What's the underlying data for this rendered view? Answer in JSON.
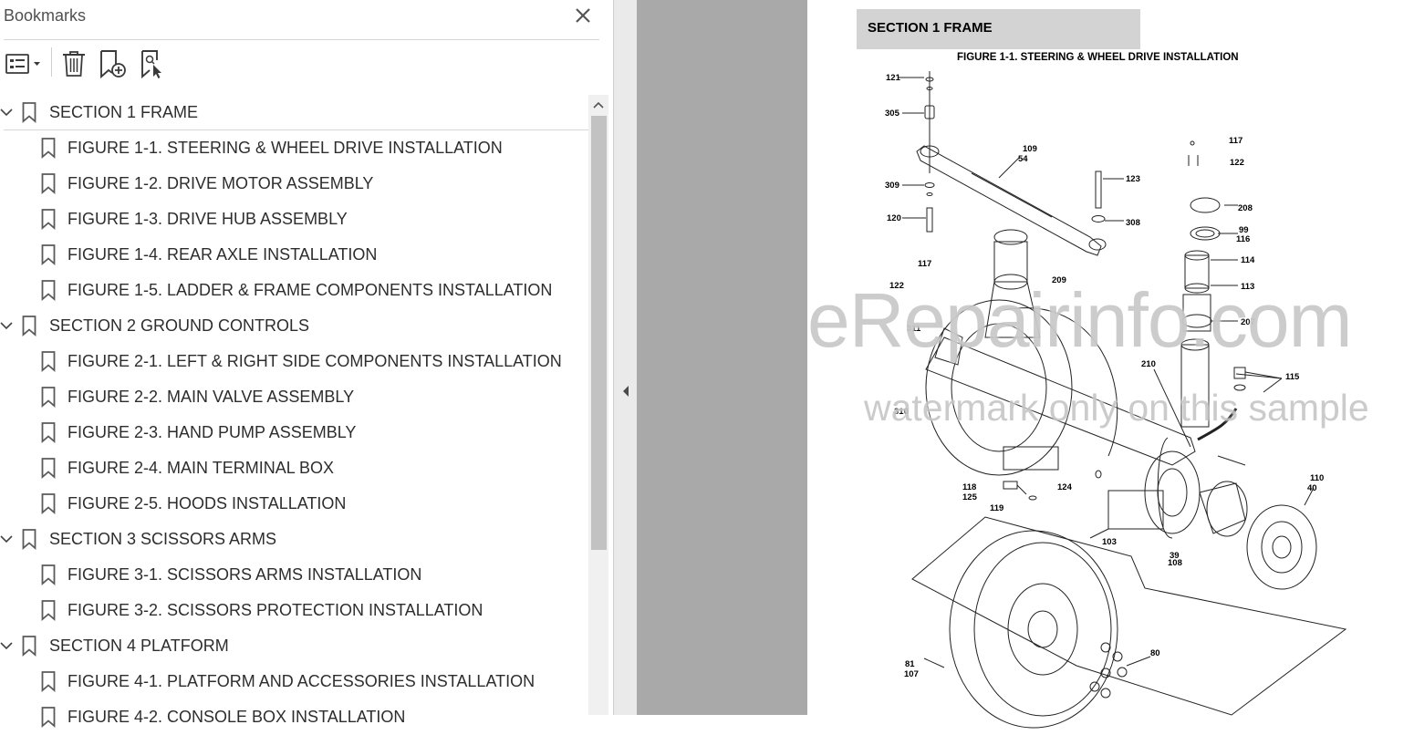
{
  "panel": {
    "title": "Bookmarks",
    "toolbar": {
      "options_icon": "bookmark-options-icon",
      "delete_icon": "trash-icon",
      "new_icon": "add-bookmark-icon",
      "find_icon": "find-bookmark-icon"
    },
    "items": [
      {
        "label": "SECTION 1 FRAME",
        "level": 0,
        "expanded": true
      },
      {
        "label": "FIGURE 1-1. STEERING & WHEEL DRIVE INSTALLATION",
        "level": 1
      },
      {
        "label": "FIGURE 1-2. DRIVE MOTOR ASSEMBLY",
        "level": 1
      },
      {
        "label": "FIGURE 1-3. DRIVE HUB ASSEMBLY",
        "level": 1
      },
      {
        "label": "FIGURE 1-4. REAR AXLE INSTALLATION",
        "level": 1
      },
      {
        "label": "FIGURE 1-5. LADDER & FRAME COMPONENTS INSTALLATION",
        "level": 1
      },
      {
        "label": "SECTION 2 GROUND CONTROLS",
        "level": 0,
        "expanded": true
      },
      {
        "label": "FIGURE 2-1. LEFT & RIGHT SIDE COMPONENTS INSTALLATION",
        "level": 1
      },
      {
        "label": "FIGURE 2-2. MAIN VALVE ASSEMBLY",
        "level": 1
      },
      {
        "label": "FIGURE 2-3. HAND PUMP ASSEMBLY",
        "level": 1
      },
      {
        "label": "FIGURE 2-4. MAIN TERMINAL BOX",
        "level": 1
      },
      {
        "label": "FIGURE 2-5. HOODS INSTALLATION",
        "level": 1
      },
      {
        "label": "SECTION 3 SCISSORS ARMS",
        "level": 0,
        "expanded": true
      },
      {
        "label": "FIGURE 3-1. SCISSORS ARMS INSTALLATION",
        "level": 1
      },
      {
        "label": "FIGURE 3-2. SCISSORS PROTECTION INSTALLATION",
        "level": 1
      },
      {
        "label": "SECTION 4 PLATFORM",
        "level": 0,
        "expanded": true
      },
      {
        "label": "FIGURE 4-1. PLATFORM AND ACCESSORIES INSTALLATION",
        "level": 1
      },
      {
        "label": "FIGURE 4-2. CONSOLE BOX INSTALLATION",
        "level": 1
      }
    ]
  },
  "document": {
    "section_title": "SECTION 1  FRAME",
    "figure_title": "FIGURE 1-1. STEERING & WHEEL DRIVE INSTALLATION",
    "watermark": "eRepairinfo.com",
    "watermark_sub": "watermark only on this sample",
    "part_labels": [
      "121",
      "305",
      "309",
      "120",
      "109",
      "54",
      "123",
      "308",
      "117",
      "122",
      "208",
      "99",
      "116",
      "114",
      "113",
      "207",
      "117",
      "122",
      "209",
      "311",
      "210",
      "115",
      "310",
      "124",
      "118",
      "125",
      "119",
      "103",
      "39",
      "108",
      "110",
      "40",
      "81",
      "107",
      "80"
    ]
  },
  "colors": {
    "panel_bg": "#ffffff",
    "doc_bg": "#a9a9a9",
    "section_box": "#d3d3d3",
    "text": "#2d2d2d"
  }
}
